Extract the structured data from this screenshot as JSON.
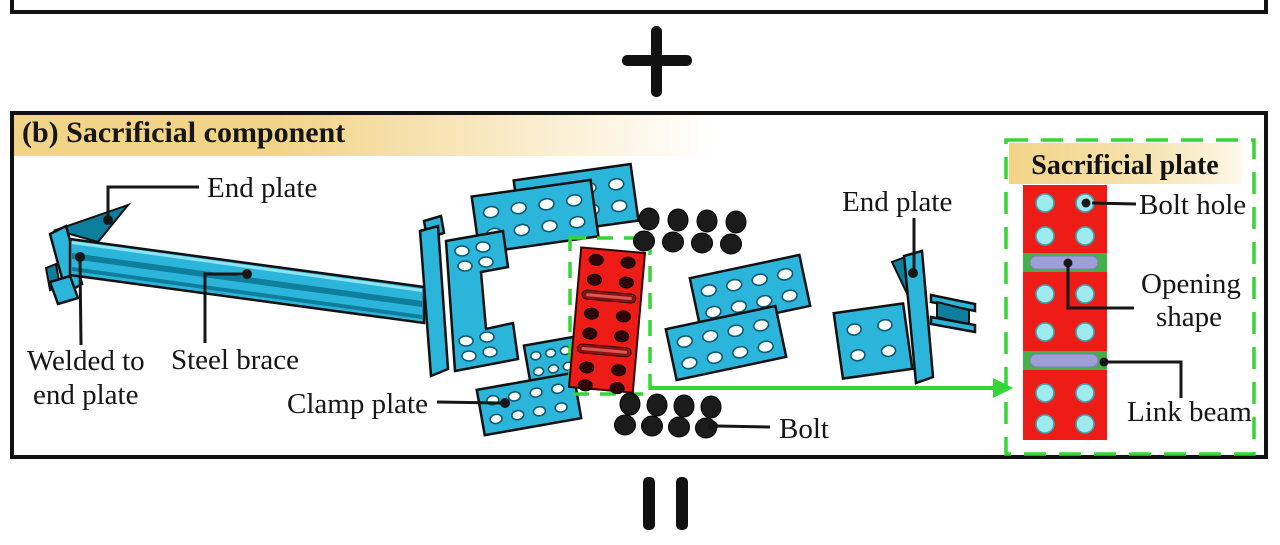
{
  "figure": {
    "operator_top": "+",
    "operator_bottom": "=",
    "panel_b": {
      "title": "(b) Sacrificial component",
      "labels": {
        "end_plate_left": "End plate",
        "welded_to_line1": "Welded to",
        "welded_to_line2": "end plate",
        "steel_brace": "Steel brace",
        "clamp_plate": "Clamp plate",
        "bolt": "Bolt",
        "end_plate_right": "End plate"
      },
      "detail": {
        "title": "Sacrificial plate",
        "labels": {
          "bolt_hole": "Bolt hole",
          "opening_shape_line1": "Opening",
          "opening_shape_line2": "shape",
          "link_beam": "Link beam"
        }
      }
    }
  },
  "colors": {
    "steel": "#2cb5da",
    "steel_dark": "#0f7d9c",
    "steel_light": "#8fe3f2",
    "red": "#ee1c16",
    "red_dark": "#8c1210",
    "green": "#33d633",
    "green_band": "#44b04a",
    "lavender": "#9f9fd8",
    "hole_cyan": "#9feaec",
    "tan": "#f2d488",
    "ink": "#161616"
  }
}
